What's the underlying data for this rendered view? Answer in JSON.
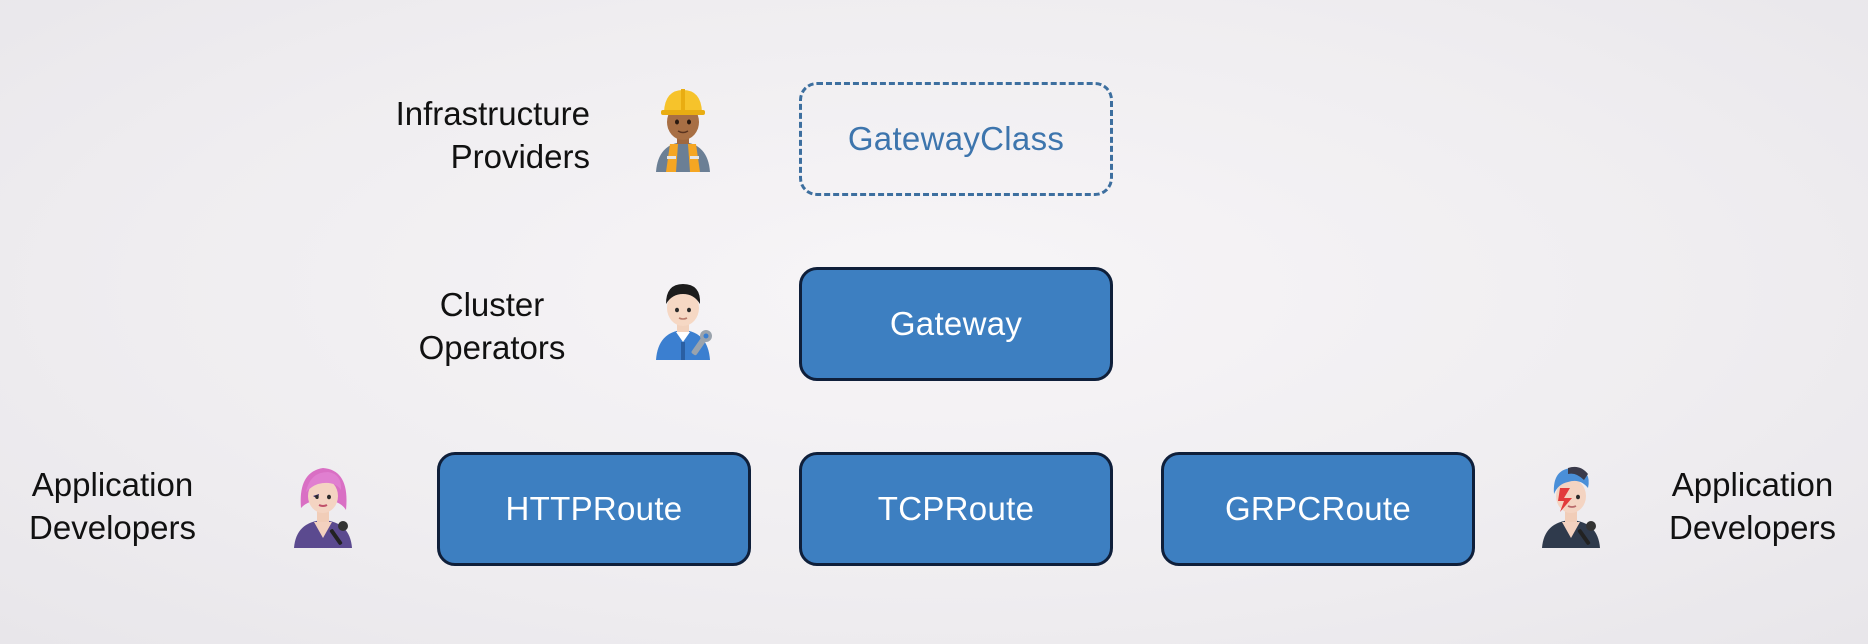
{
  "roles": {
    "infrastructure": {
      "line1": "Infrastructure",
      "line2": "Providers",
      "icon": "construction-worker-icon"
    },
    "cluster": {
      "line1": "Cluster",
      "line2": "Operators",
      "icon": "mechanic-icon"
    },
    "app_left": {
      "line1": "Application",
      "line2": "Developers",
      "icon": "singer-icon"
    },
    "app_right": {
      "line1": "Application",
      "line2": "Developers",
      "icon": "singer-icon"
    }
  },
  "resources": {
    "gateway_class": "GatewayClass",
    "gateway": "Gateway",
    "http_route": "HTTPRoute",
    "tcp_route": "TCPRoute",
    "grpc_route": "GRPCRoute"
  },
  "colors": {
    "box_fill": "#3d7fc1",
    "box_border": "#0f1f3a",
    "dashed_border": "#3d6f9f",
    "dashed_text": "#3d75ad"
  }
}
